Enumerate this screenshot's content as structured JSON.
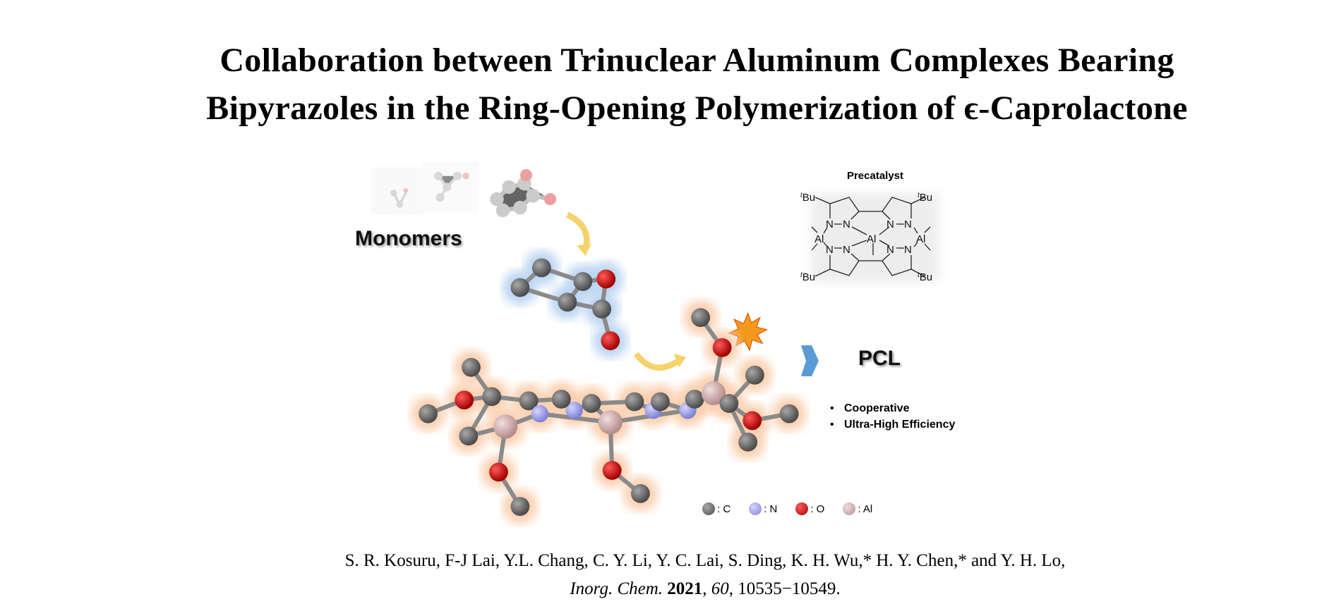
{
  "title": {
    "line1": "Collaboration between Trinuclear Aluminum Complexes Bearing",
    "line2": "Bipyrazoles in the Ring-Opening Polymerization of ϵ-Caprolactone"
  },
  "monomers_label": "Monomers",
  "product_label": "PCL",
  "precatalyst": {
    "label": "Precatalyst",
    "tbu_sup": "t",
    "tbu": "Bu",
    "n": "N",
    "al": "Al"
  },
  "features": [
    "Cooperative",
    "Ultra-High Efficiency"
  ],
  "bullet": "•",
  "legend": [
    {
      "label": ": C",
      "color": "#6b6b6b"
    },
    {
      "label": ": N",
      "color": "#9fa3e8"
    },
    {
      "label": ": O",
      "color": "#d40000"
    },
    {
      "label": ": Al",
      "color": "#d8b2b2"
    }
  ],
  "citation": {
    "authors": "S. R. Kosuru, F-J Lai, Y.L. Chang, C. Y. Li, Y. C. Lai, S. Ding, K. H. Wu,* H. Y. Chen,* and Y. H. Lo,",
    "journal": "Inorg. Chem.",
    "year": "2021",
    "volume": "60",
    "pages": "10535−10549."
  },
  "colors": {
    "arrow_blue": "#5b9bd5",
    "curved_arrow": "#f5d36a",
    "burst": "#f39a1e"
  }
}
